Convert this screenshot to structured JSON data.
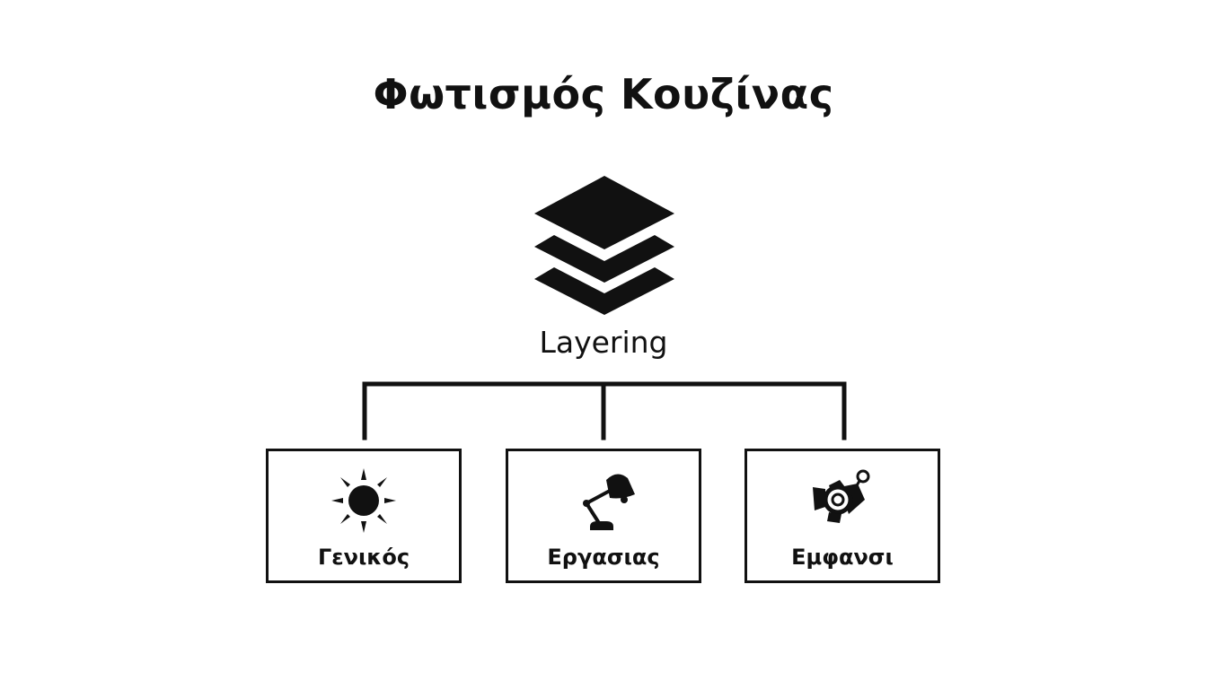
{
  "title": "Φωτισμός Κουζίνας",
  "root": {
    "label": "Layering",
    "icon": "layers-icon"
  },
  "children": [
    {
      "label": "Γενικός",
      "icon": "sun-icon"
    },
    {
      "label": "Εργασιας",
      "icon": "desk-lamp-icon"
    },
    {
      "label": "Εμφανσι",
      "icon": "spotlight-icon"
    }
  ],
  "colors": {
    "foreground": "#111111",
    "background": "#ffffff"
  }
}
